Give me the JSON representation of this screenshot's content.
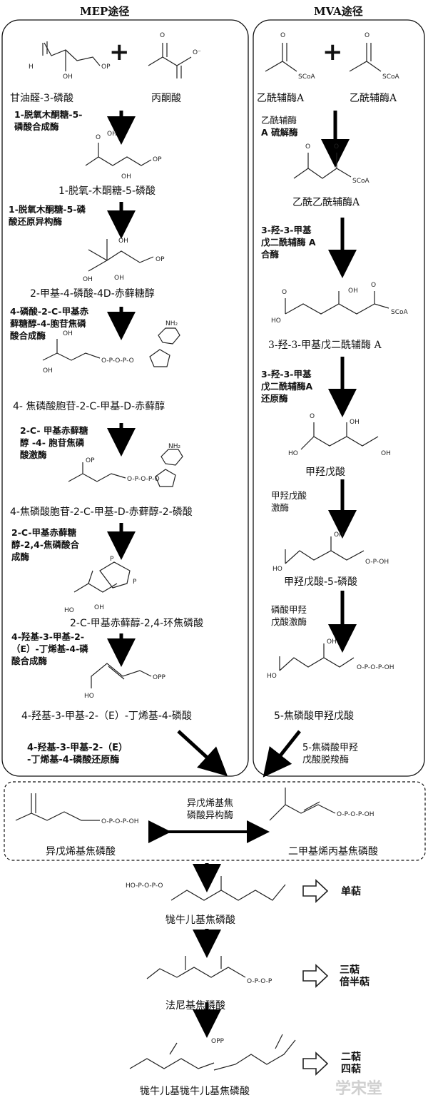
{
  "headers": {
    "mep": "MEP途径",
    "mva": "MVA途径"
  },
  "mep": {
    "reactant1": "甘油醛-3-磷酸",
    "reactant2": "丙酮酸",
    "enzyme1": [
      "1-脱氧木酮糖-5-",
      "磷酸合成酶"
    ],
    "product1": "1-脱氧-木酮糖-5-磷酸",
    "enzyme2": [
      "1-脱氧木酮糖-5-磷",
      "酸还原异构酶"
    ],
    "product2": "2-甲基-4-磷酸-4D-赤藓糖醇",
    "enzyme3": [
      "4-磷酸-2-C-甲基赤",
      "藓糖醇-4-胞苷焦磷",
      "酸合成酶"
    ],
    "product3": "4- 焦磷酸胞苷-2-C-甲基-D-赤藓醇",
    "enzyme4": [
      "2-C- 甲基赤藓糖",
      "醇 -4- 胞苷焦磷",
      "酸激酶"
    ],
    "product4": "4-焦磷酸胞苷-2-C-甲基-D-赤藓醇-2-磷酸",
    "enzyme5": [
      "2-C-甲基赤藓糖",
      "醇-2,4-焦磷酸合",
      "成酶"
    ],
    "product5": "2-C-甲基赤藓醇-2,4-环焦磷酸",
    "enzyme6": [
      "4-羟基-3-甲基-2-",
      "（E）-丁烯基-4-磷",
      "酸合成酶"
    ],
    "product6": "4-羟基-3-甲基-2-（E）-丁烯基-4-磷酸",
    "enzyme7": [
      "4-羟基-3-甲基-2-（E）",
      "-丁烯基-4-磷酸还原酶"
    ]
  },
  "mva": {
    "reactant1": "乙酰辅酶A",
    "reactant2": "乙酰辅酶A",
    "enzyme1": [
      "乙酰辅酶",
      "A 硫解酶"
    ],
    "product1": "乙酰乙酰辅酶A",
    "enzyme2": [
      "3-羟-3-甲基",
      "戊二酰辅酶 A",
      "合酶"
    ],
    "product2": "3-羟-3-甲基戊二酰辅酶 A",
    "enzyme3": [
      "3-羟-3-甲基",
      "戊二酰辅酶A",
      "还原酶"
    ],
    "product3": "甲羟戊酸",
    "enzyme4": [
      "甲羟戊酸",
      "激酶"
    ],
    "product4": "甲羟戊酸-5-磷酸",
    "enzyme5": [
      "磷酸甲羟",
      "戊酸激酶"
    ],
    "product5": "5-焦磷酸甲羟戊酸",
    "enzyme6": [
      "5-焦磷酸甲羟",
      "戊酸脱羧酶"
    ]
  },
  "merge": {
    "left_product": "异戊烯基焦磷酸",
    "right_product": "二甲基烯丙基焦磷酸",
    "isomerase": [
      "异戊烯基焦",
      "磷酸异构酶"
    ]
  },
  "downstream": {
    "gpp": "牻牛儿基焦磷酸",
    "gpp_class": "单萜",
    "fpp": "法尼基焦磷酸",
    "fpp_class": [
      "三萜",
      "倍半萜"
    ],
    "ggpp": "牻牛儿基牻牛儿基焦磷酸",
    "ggpp_class": [
      "二萜",
      "四萜"
    ]
  },
  "watermark": "学宋堂"
}
